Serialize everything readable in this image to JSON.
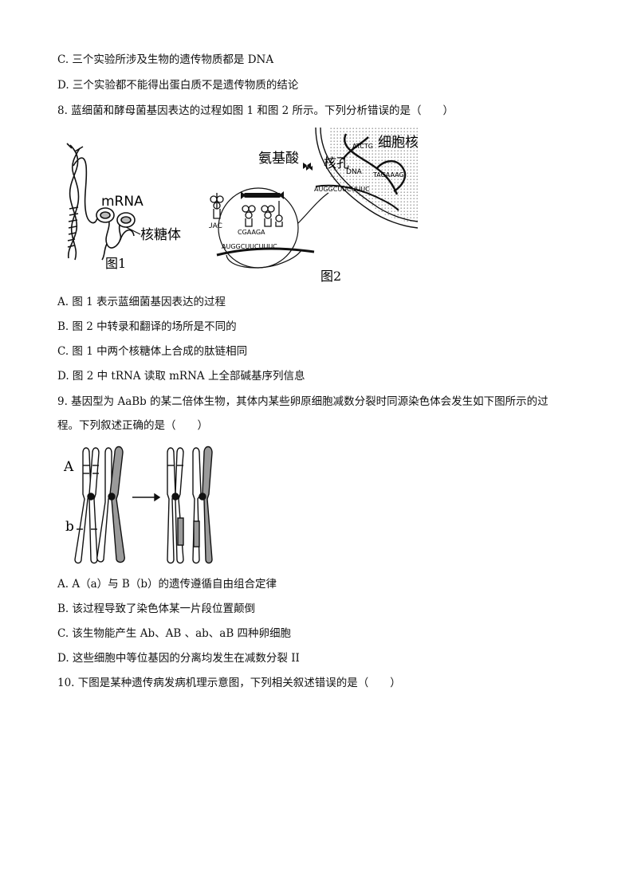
{
  "q7": {
    "option_c": "C. 三个实验所涉及生物的遗传物质都是 DNA",
    "option_d": "D. 三个实验都不能得出蛋白质不是遗传物质的结论"
  },
  "q8": {
    "stem": "8. 蓝细菌和酵母菌基因表达的过程如图 1 和图 2 所示。下列分析错误的是（　　）",
    "figure": {
      "mrna_label": "mRNA",
      "ribosome_label": "核糖体",
      "fig1_label": "图1",
      "amino_acid_label": "氨基酸",
      "nucleus_label": "细胞核",
      "pore_label": "核孔",
      "dna_label": "DNA",
      "fig2_label": "图2",
      "codon_seq_left": "UAC",
      "codon_seq_center": "CGAAGA",
      "mrna_seq_bottom": "AUGGCUUCUUUC",
      "mrna_seq_right": "AUGGCUUCUUUC",
      "dna_seq_top": "ATCTG",
      "dna_seq_bottom": "TAGAAAG"
    },
    "option_a": "A. 图 1 表示蓝细菌基因表达的过程",
    "option_b": "B. 图 2 中转录和翻译的场所是不同的",
    "option_c": "C. 图 1 中两个核糖体上合成的肽链相同",
    "option_d": "D. 图 2 中 tRNA 读取 mRNA 上全部碱基序列信息"
  },
  "q9": {
    "stem_line1": "9. 基因型为 AaBb 的某二倍体生物，其体内某些卵原细胞减数分裂时同源染色体会发生如下图所示的过",
    "stem_line2": "程。下列叙述正确的是（　　）",
    "figure": {
      "label_a": "A",
      "label_b": "b"
    },
    "option_a": "A. A（a）与 B（b）的遗传遵循自由组合定律",
    "option_b": "B. 该过程导致了染色体某一片段位置颠倒",
    "option_c": "C. 该生物能产生 Ab、AB 、ab、aB 四种卵细胞",
    "option_d": "D. 这些细胞中等位基因的分离均发生在减数分裂 II"
  },
  "q10": {
    "stem": "10. 下图是某种遗传病发病机理示意图，下列相关叙述错误的是（　　）"
  },
  "colors": {
    "text": "#111111",
    "chromatid_gray": "#9a9a9a",
    "nucleus_dots": "#555555"
  }
}
